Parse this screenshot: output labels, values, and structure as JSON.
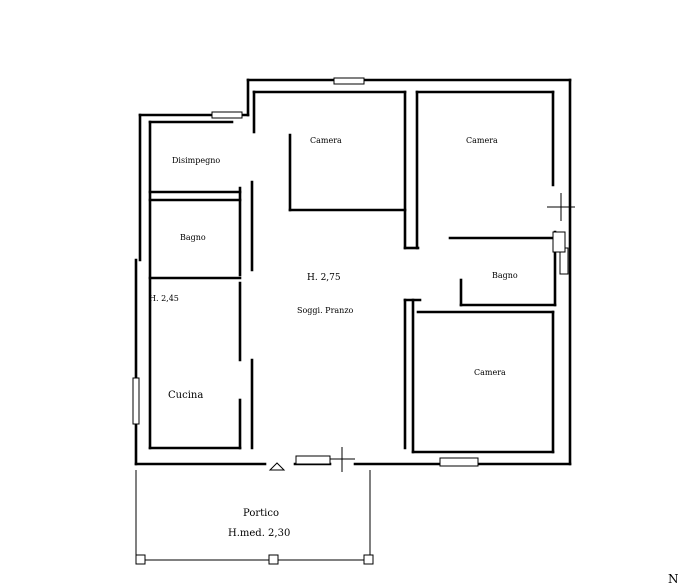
{
  "rooms": {
    "disimpegno": "Disimpegno",
    "bagno_left": "Bagno",
    "camera_top_center": "Camera",
    "camera_top_right": "Camera",
    "bagno_right": "Bagno",
    "camera_bottom_right": "Camera",
    "cucina": "Cucina",
    "soggiorno_height": "H. 2,75",
    "soggiorno_name": "Soggi. Pranzo",
    "cucina_height": "H. 2,45",
    "portico_name": "Portico",
    "portico_height": "H.med. 2,30"
  },
  "compass": {
    "north_letter": "N"
  }
}
